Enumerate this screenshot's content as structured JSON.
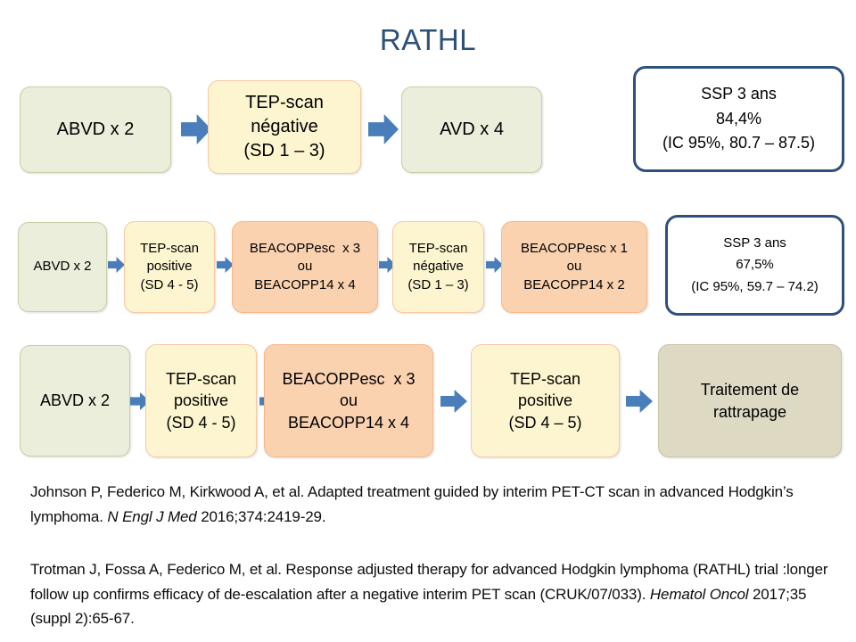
{
  "title": "RATHL",
  "colors": {
    "title": "#2e5179",
    "green_fill": "#eaeedb",
    "yellow_fill": "#fcf5cf",
    "orange_fill": "#fad2b0",
    "khaki_fill": "#ddd9c3",
    "result_border": "#2e5179",
    "arrow": "#4a7ebb"
  },
  "row1": {
    "abvd": [
      "ABVD x 2"
    ],
    "pet": [
      "TEP-scan",
      "négative",
      "(SD 1 – 3)"
    ],
    "avd": [
      "AVD x 4"
    ],
    "result": [
      "SSP 3 ans",
      "84,4%",
      "(IC 95%, 80.7 – 87.5)"
    ]
  },
  "row2": {
    "abvd": [
      "ABVD x 2"
    ],
    "pet1": [
      "TEP-scan",
      "positive",
      "(SD 4 - 5)"
    ],
    "chemo1": [
      "BEACOPPesc  x 3",
      "ou",
      "BEACOPP14 x 4"
    ],
    "pet2": [
      "TEP-scan",
      "négative",
      "(SD 1 – 3)"
    ],
    "chemo2": [
      "BEACOPPesc x 1",
      "ou",
      "BEACOPP14 x 2"
    ],
    "result": [
      "SSP 3 ans",
      "67,5%",
      "(IC 95%, 59.7 – 74.2)"
    ]
  },
  "row3": {
    "abvd": [
      "ABVD x 2"
    ],
    "pet1": [
      "TEP-scan",
      "positive",
      "(SD 4 - 5)"
    ],
    "chemo": [
      "BEACOPPesc  x 3",
      "ou",
      "BEACOPP14 x 4"
    ],
    "pet2": [
      "TEP-scan",
      "positive",
      "(SD 4 – 5)"
    ],
    "salvage": [
      "Traitement de",
      "rattrapage"
    ]
  },
  "citations": {
    "first": {
      "before": "Johnson P, Federico M, Kirkwood A, et al. Adapted treatment guided by interim PET-CT scan in advanced Hodgkin’s lymphoma. ",
      "journal": "N Engl J Med",
      "after": " 2016;374:2419-29."
    },
    "second": {
      "before": "Trotman J, Fossa A, Federico M, et al. Response adjusted therapy for advanced Hodgkin lymphoma (RATHL) trial :longer follow up confirms efficacy of de-escalation after a negative interim PET scan (CRUK/07/033).  ",
      "journal": "Hematol Oncol",
      "after": " 2017;35 (suppl 2):65-67."
    }
  }
}
